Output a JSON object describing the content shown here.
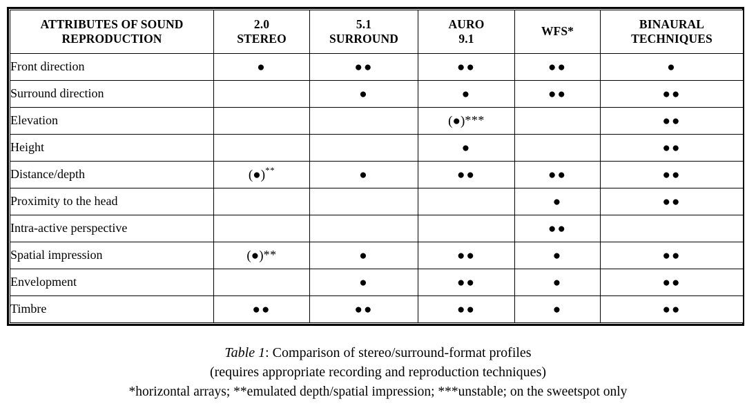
{
  "table": {
    "headers": [
      "ATTRIBUTES OF SOUND REPRODUCTION",
      "2.0 STEREO",
      "5.1 SURROUND",
      "AURO 9.1",
      "WFS*",
      "BINAURAL TECHNIQUES"
    ],
    "header_lines": {
      "attr": [
        "ATTRIBUTES OF SOUND",
        "REPRODUCTION"
      ],
      "col1": [
        "2.0",
        "STEREO"
      ],
      "col2": [
        "5.1",
        "SURROUND"
      ],
      "col3": [
        "AURO",
        "9.1"
      ],
      "col4": [
        "WFS*"
      ],
      "col5": [
        "BINAURAL",
        "TECHNIQUES"
      ]
    },
    "rows": [
      {
        "label": "Front direction",
        "cells": [
          "●",
          "●●",
          "●●",
          "●●",
          "●"
        ]
      },
      {
        "label": "Surround direction",
        "cells": [
          "",
          "●",
          "●",
          "●●",
          "●●"
        ]
      },
      {
        "label": "Elevation",
        "cells": [
          "",
          "",
          "(●)***",
          "",
          "●●"
        ]
      },
      {
        "label": "Height",
        "cells": [
          "",
          "",
          "●",
          "",
          "●●"
        ]
      },
      {
        "label": "Distance/depth",
        "cells": [
          "(●)**",
          "●",
          "●●",
          "●●",
          "●●"
        ]
      },
      {
        "label": "Proximity to the head",
        "cells": [
          "",
          "",
          "",
          "●",
          "●●"
        ]
      },
      {
        "label": "Intra-active perspective",
        "cells": [
          "",
          "",
          "",
          "●●",
          ""
        ]
      },
      {
        "label": "Spatial impression",
        "cells": [
          "(●)**",
          "●",
          "●●",
          "●",
          "●●"
        ]
      },
      {
        "label": "Envelopment",
        "cells": [
          "",
          "●",
          "●●",
          "●",
          "●●"
        ]
      },
      {
        "label": "Timbre",
        "cells": [
          "●●",
          "●●",
          "●●",
          "●",
          "●●"
        ]
      }
    ]
  },
  "caption": {
    "label": "Table 1",
    "line1_rest": ":  Comparison of stereo/surround-format profiles",
    "line2": "(requires appropriate recording and reproduction techniques)",
    "line3": "*horizontal arrays; **emulated depth/spatial impression; ***unstable; on the sweetspot only"
  },
  "glyphs": {
    "dot": "●",
    "open_paren": "(",
    "close_paren": ")",
    "two_stars": "**",
    "three_stars": "***"
  }
}
